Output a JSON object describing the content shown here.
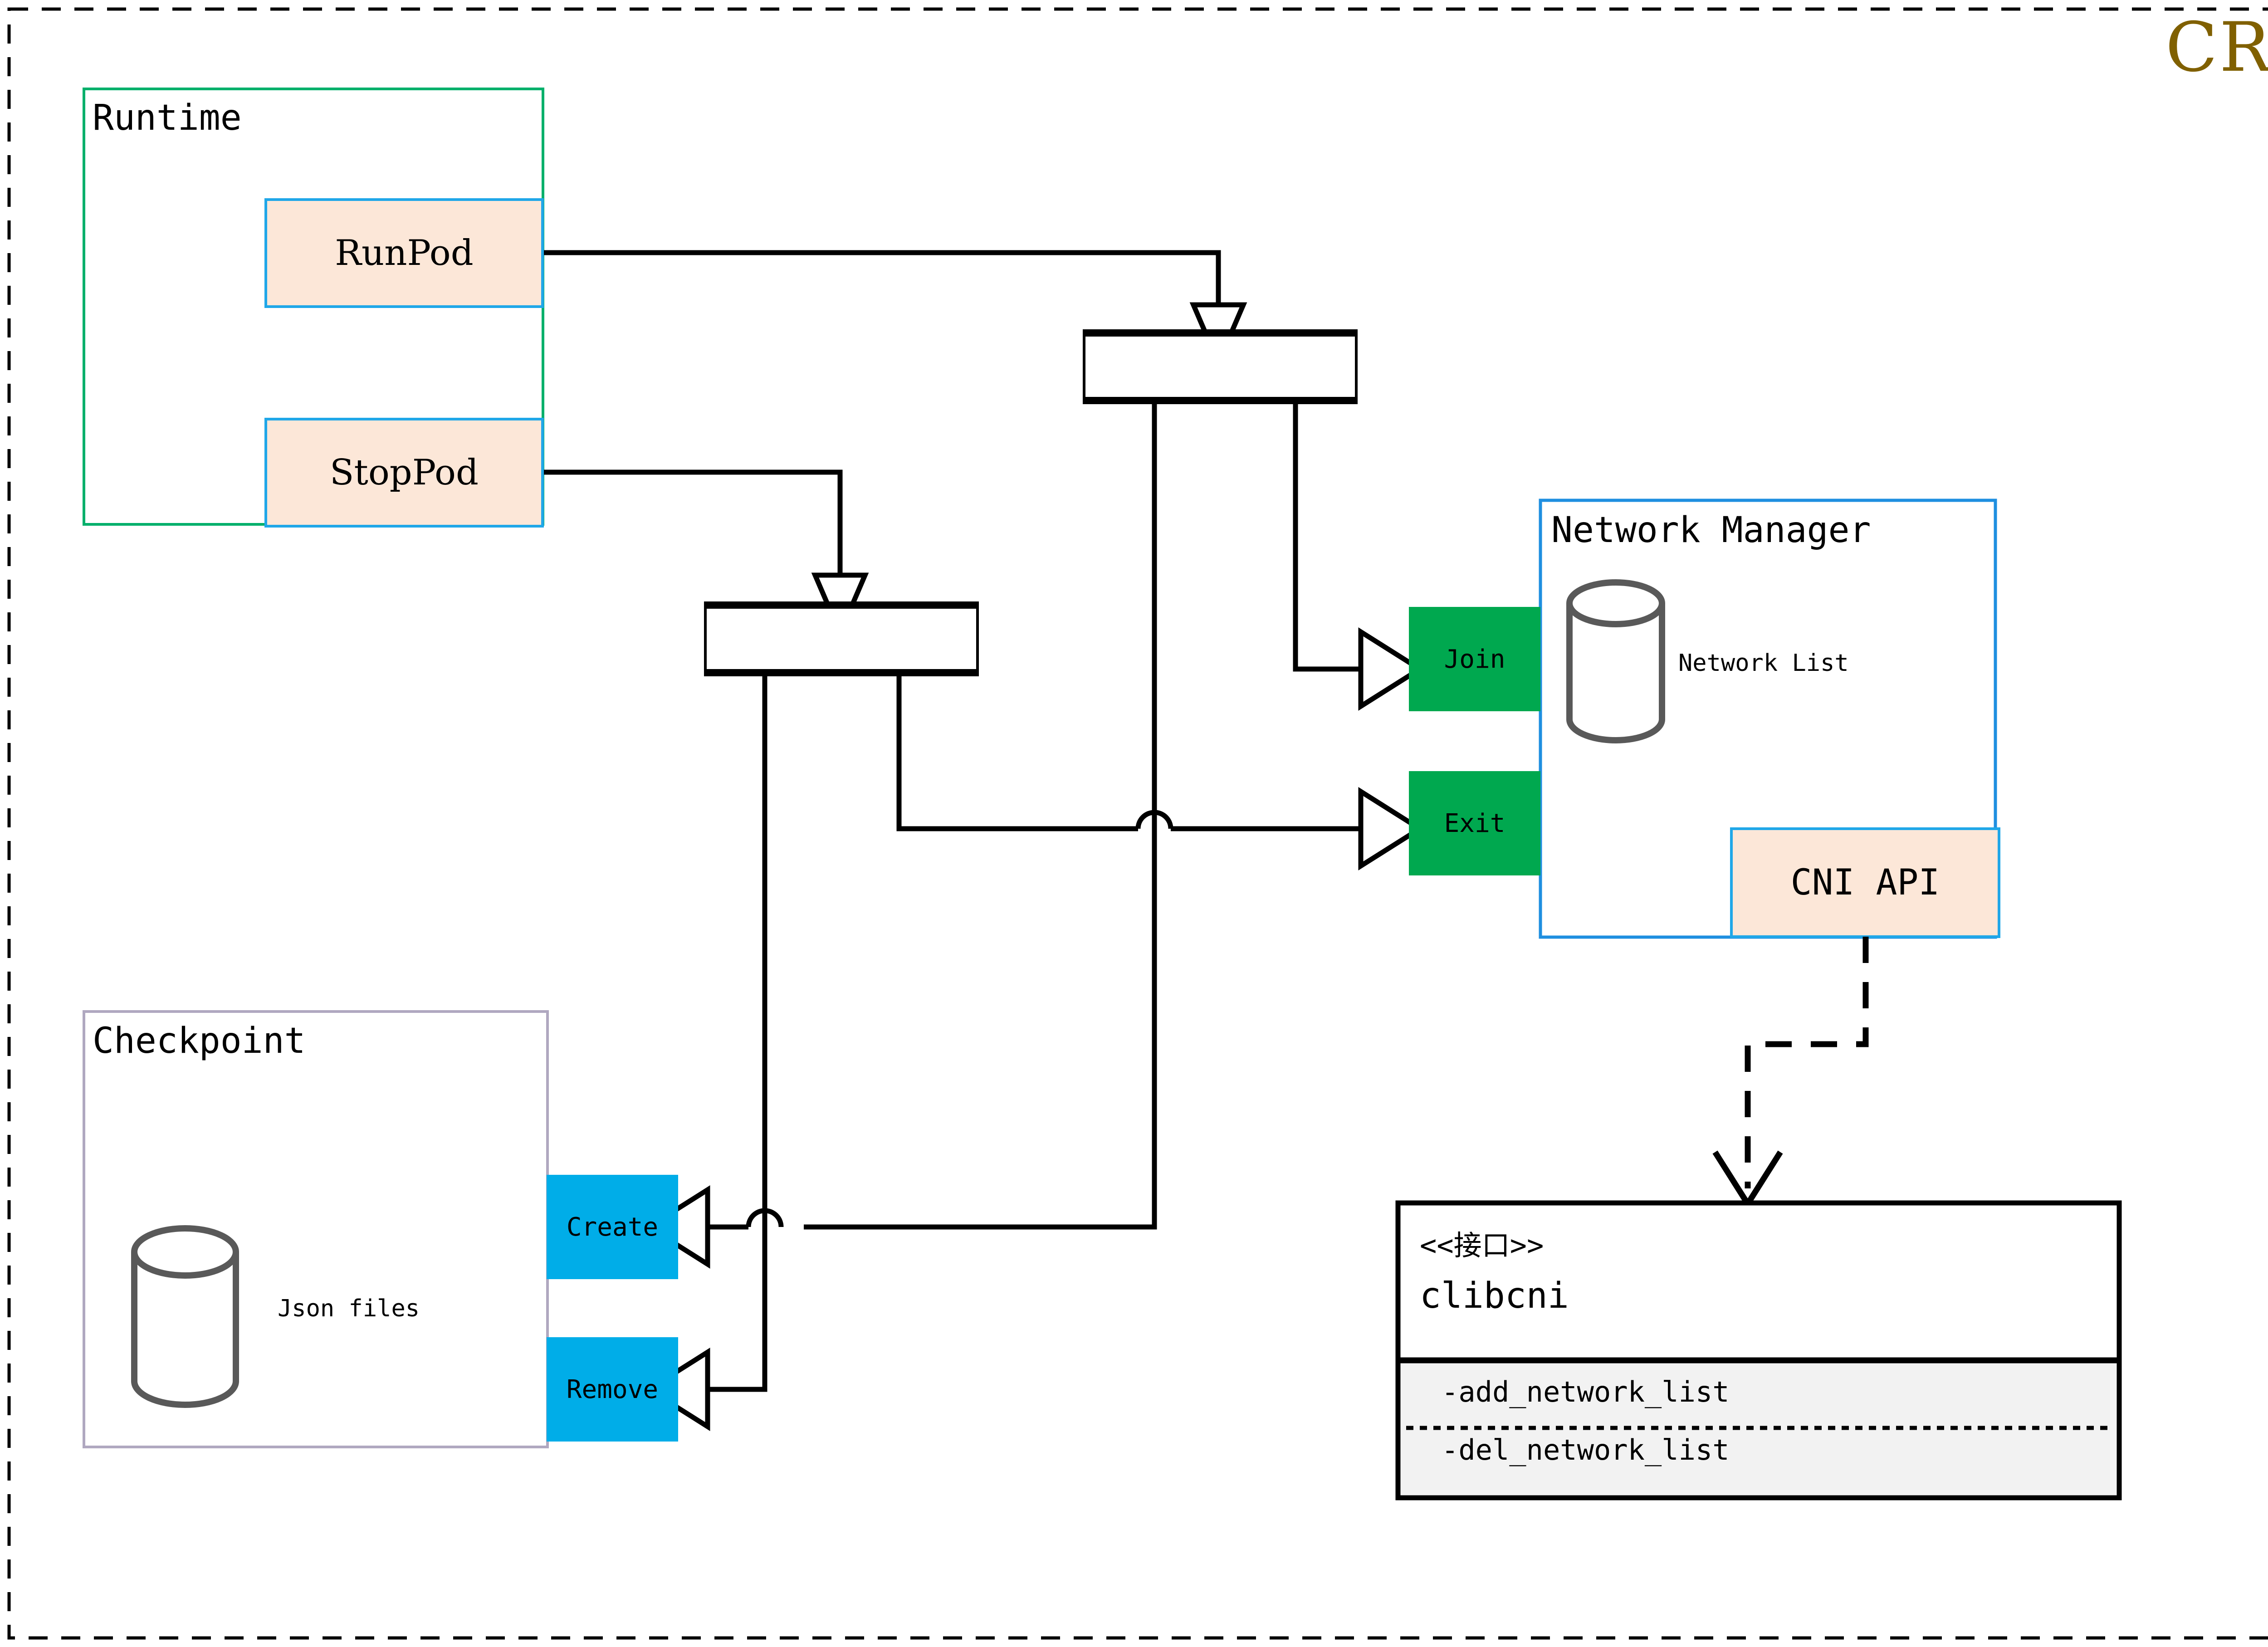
{
  "diagram": {
    "title": "CRI",
    "title_color": "#806000",
    "outer_border": "dashed",
    "colors": {
      "runtime_border": "#00b06b",
      "checkpoint_border": "#b0a8c0",
      "network_manager_border": "#1f8fe0",
      "pod_fill": "#fce7d8",
      "pod_border": "#20a7e8",
      "green_action": "#00a84f",
      "cyan_action": "#00ade8",
      "cylinder_stroke": "#595959",
      "line": "#000000",
      "iface_ops_fill": "#f2f2f2"
    },
    "groups": [
      {
        "id": "runtime",
        "label": "Runtime"
      },
      {
        "id": "checkpoint",
        "label": "Checkpoint"
      },
      {
        "id": "network_manager",
        "label": "Network Manager"
      }
    ],
    "runtime": {
      "label": "Runtime",
      "operations": [
        {
          "id": "runpod",
          "label": "RunPod"
        },
        {
          "id": "stoppod",
          "label": "StopPod"
        }
      ]
    },
    "checkpoint": {
      "label": "Checkpoint",
      "store": {
        "label": "Json files",
        "shape": "cylinder"
      },
      "operations": [
        {
          "id": "create",
          "label": "Create"
        },
        {
          "id": "remove",
          "label": "Remove"
        }
      ]
    },
    "network_manager": {
      "label": "Network Manager",
      "store": {
        "label": "Network List",
        "shape": "cylinder"
      },
      "operations": [
        {
          "id": "join",
          "label": "Join"
        },
        {
          "id": "exit",
          "label": "Exit"
        }
      ],
      "api": {
        "id": "cni_api",
        "label": "CNI API"
      }
    },
    "interface": {
      "stereotype": "<<接口>>",
      "name": "clibcni",
      "operations": [
        "-add_network_list",
        "-del_network_list"
      ]
    },
    "fork_bars": [
      {
        "id": "fork-top",
        "label": ""
      },
      {
        "id": "fork-left",
        "label": ""
      }
    ],
    "edges": [
      {
        "from": "runpod",
        "to": "fork-top",
        "style": "solid",
        "arrow": "open-triangle"
      },
      {
        "from": "stoppod",
        "to": "fork-left",
        "style": "solid",
        "arrow": "open-triangle"
      },
      {
        "from": "fork-top",
        "to": "join",
        "style": "solid",
        "arrow": "open-triangle"
      },
      {
        "from": "fork-top",
        "to": "create",
        "style": "solid",
        "arrow": "open-triangle"
      },
      {
        "from": "fork-left",
        "to": "exit",
        "style": "solid",
        "arrow": "open-triangle"
      },
      {
        "from": "fork-left",
        "to": "remove",
        "style": "solid",
        "arrow": "open-triangle"
      },
      {
        "from": "cni_api",
        "to": "clibcni",
        "style": "dashed",
        "arrow": "open-v"
      }
    ]
  }
}
